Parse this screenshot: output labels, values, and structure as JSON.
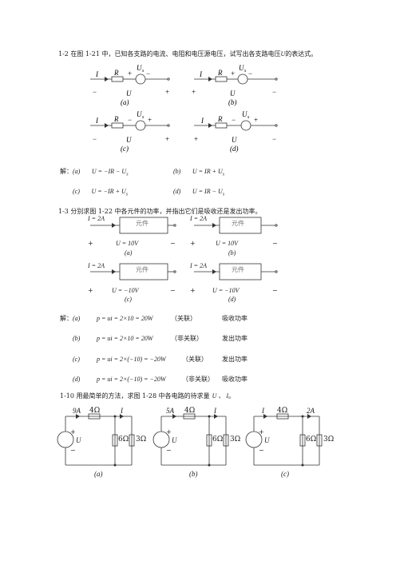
{
  "problems": {
    "p12": {
      "title": "1-2  在图 1-21 中，已知各支路的电流、电阻和电压源电压，试写出各支路电压",
      "var": "U",
      "tail": "的表达式。",
      "circuit_labels": [
        "(a)",
        "(b)",
        "(c)",
        "(d)"
      ],
      "solution_prefix": "解：",
      "solutions": [
        {
          "label": "(a)",
          "expr": "U = −IR − U",
          "sub": "s"
        },
        {
          "label": "(b)",
          "expr": "U = IR + U",
          "sub": "s"
        },
        {
          "label": "(c)",
          "expr": "U = −IR + U",
          "sub": "s"
        },
        {
          "label": "(d)",
          "expr": "U = IR − U",
          "sub": "s"
        }
      ]
    },
    "p13": {
      "title": "1-3  分别求图 1-22 中各元件的功率，并指出它们是吸收还是发出功率。",
      "element": "元件",
      "current": "I = 2A",
      "voltages": [
        "U = 10V",
        "U = 10V",
        "U = −10V",
        "U = −10V"
      ],
      "circuit_labels": [
        "(a)",
        "(b)",
        "(c)",
        "(d)"
      ],
      "solution_prefix": "解：",
      "solutions": [
        {
          "label": "(a)",
          "expr": "p = ui = 2×10 = 20W",
          "ref": "（关联）",
          "result": "吸收功率"
        },
        {
          "label": "(b)",
          "expr": "p = ui = 2×10 = 20W",
          "ref": "（非关联）",
          "result": "发出功率"
        },
        {
          "label": "(c)",
          "expr": "p = ui = 2×(−10) = −20W",
          "ref": "（关联）",
          "result": "发出功率"
        },
        {
          "label": "(d)",
          "expr": "p = ui = 2×(−10) = −20W",
          "ref": "（非关联）",
          "result": "吸收功率"
        }
      ]
    },
    "p110": {
      "title": "1-10   用最简单的方法，求图 1-28 中各电路的待求量",
      "vars": "U 、 I",
      "end": "。",
      "circuits": [
        {
          "top_left": "9A",
          "r_series": "4Ω",
          "i_label": "I",
          "r1": "6Ω",
          "r2": "3Ω",
          "u": "U",
          "label": "(a)"
        },
        {
          "top_left": "5A",
          "r_series": "4Ω",
          "i_label": "I",
          "r1": "6Ω",
          "r2": "3Ω",
          "u": "U",
          "label": "(b)"
        },
        {
          "top_left": "I",
          "r_series": "4Ω",
          "i_label": "2A",
          "r1": "6Ω",
          "r2": "3Ω",
          "u": "U",
          "label": "(c)"
        }
      ]
    }
  },
  "fig12": {
    "I": "I",
    "R": "R",
    "Us": "U",
    "s": "s",
    "U": "U",
    "plus": "+",
    "minus": "−"
  }
}
